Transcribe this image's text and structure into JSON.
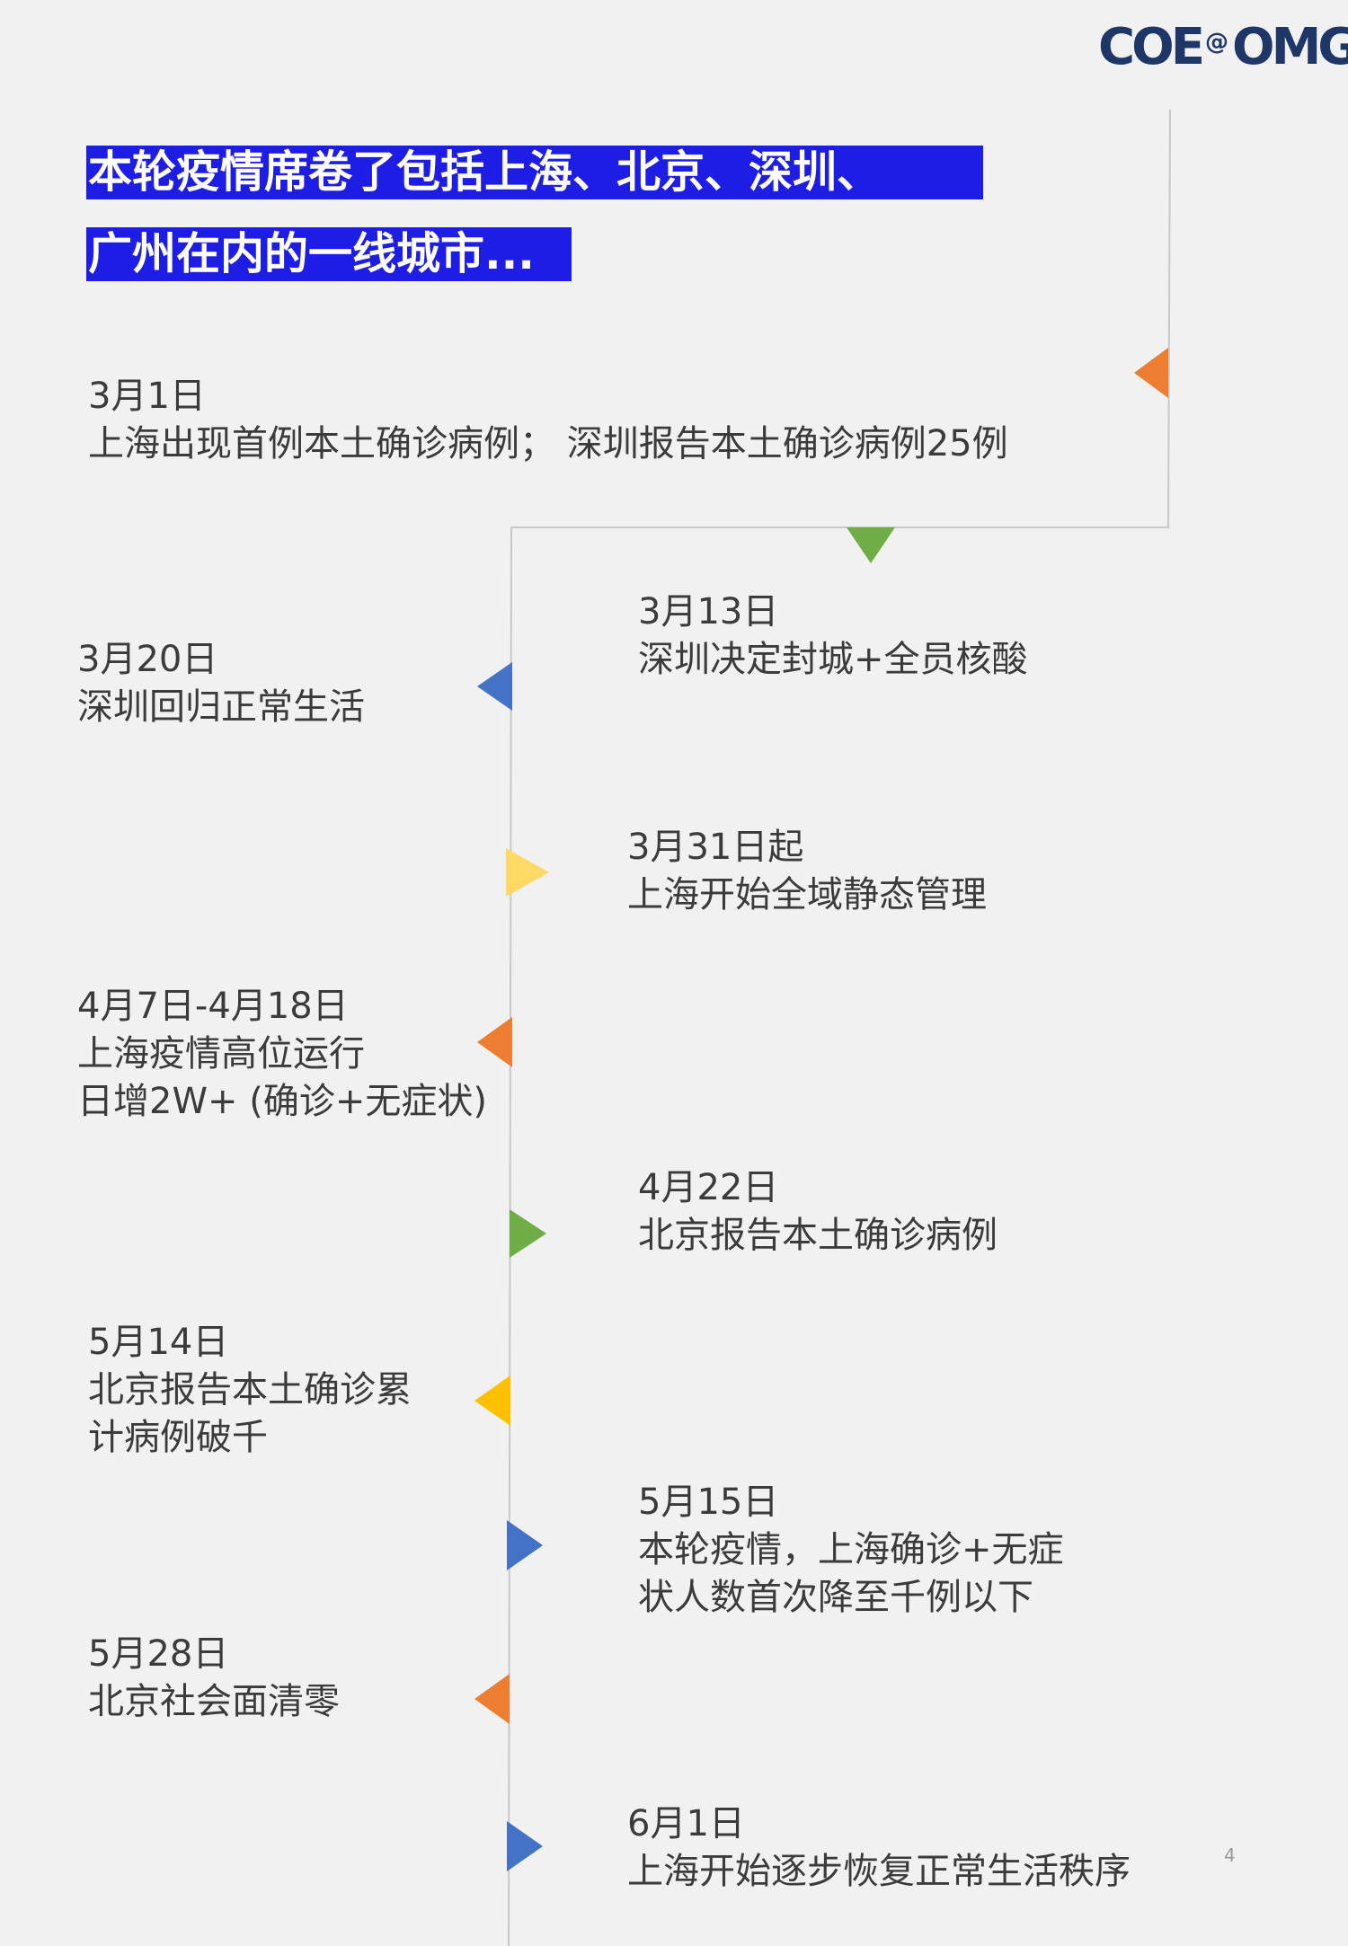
{
  "logo": {
    "left_text": "COE",
    "at_text": "@",
    "right_text": "OMG"
  },
  "headline": {
    "line1": "本轮疫情席卷了包括上海、北京、深圳、",
    "line2": "广州在内的一线城市..."
  },
  "events": [
    {
      "date": "3月1日",
      "lines": [
        "上海出现首例本土确诊病例；  深圳报告本土确诊病例25例"
      ]
    },
    {
      "date": "3月13日",
      "lines": [
        "深圳决定封城+全员核酸"
      ]
    },
    {
      "date": "3月20日",
      "lines": [
        "深圳回归正常生活"
      ]
    },
    {
      "date": "3月31日起",
      "lines": [
        "上海开始全域静态管理"
      ]
    },
    {
      "date": "4月7日-4月18日",
      "lines": [
        "上海疫情高位运行",
        "日增2W+ (确诊+无症状)"
      ]
    },
    {
      "date": "4月22日",
      "lines": [
        "北京报告本土确诊病例"
      ]
    },
    {
      "date": "5月14日",
      "lines": [
        "北京报告本土确诊累",
        "计病例破千"
      ]
    },
    {
      "date": "5月15日",
      "lines": [
        "本轮疫情，上海确诊+无症",
        "状人数首次降至千例以下"
      ]
    },
    {
      "date": "5月28日",
      "lines": [
        "北京社会面清零"
      ]
    },
    {
      "date": "6月1日",
      "lines": [
        "上海开始逐步恢复正常生活秩序"
      ]
    }
  ],
  "marker_colors": {
    "orange": "#ed7d31",
    "green": "#70ad47",
    "blue": "#4472c4",
    "light_yellow": "#ffd966",
    "yellow": "#ffc000",
    "line": "#c8c8c8"
  },
  "page_number": "4"
}
